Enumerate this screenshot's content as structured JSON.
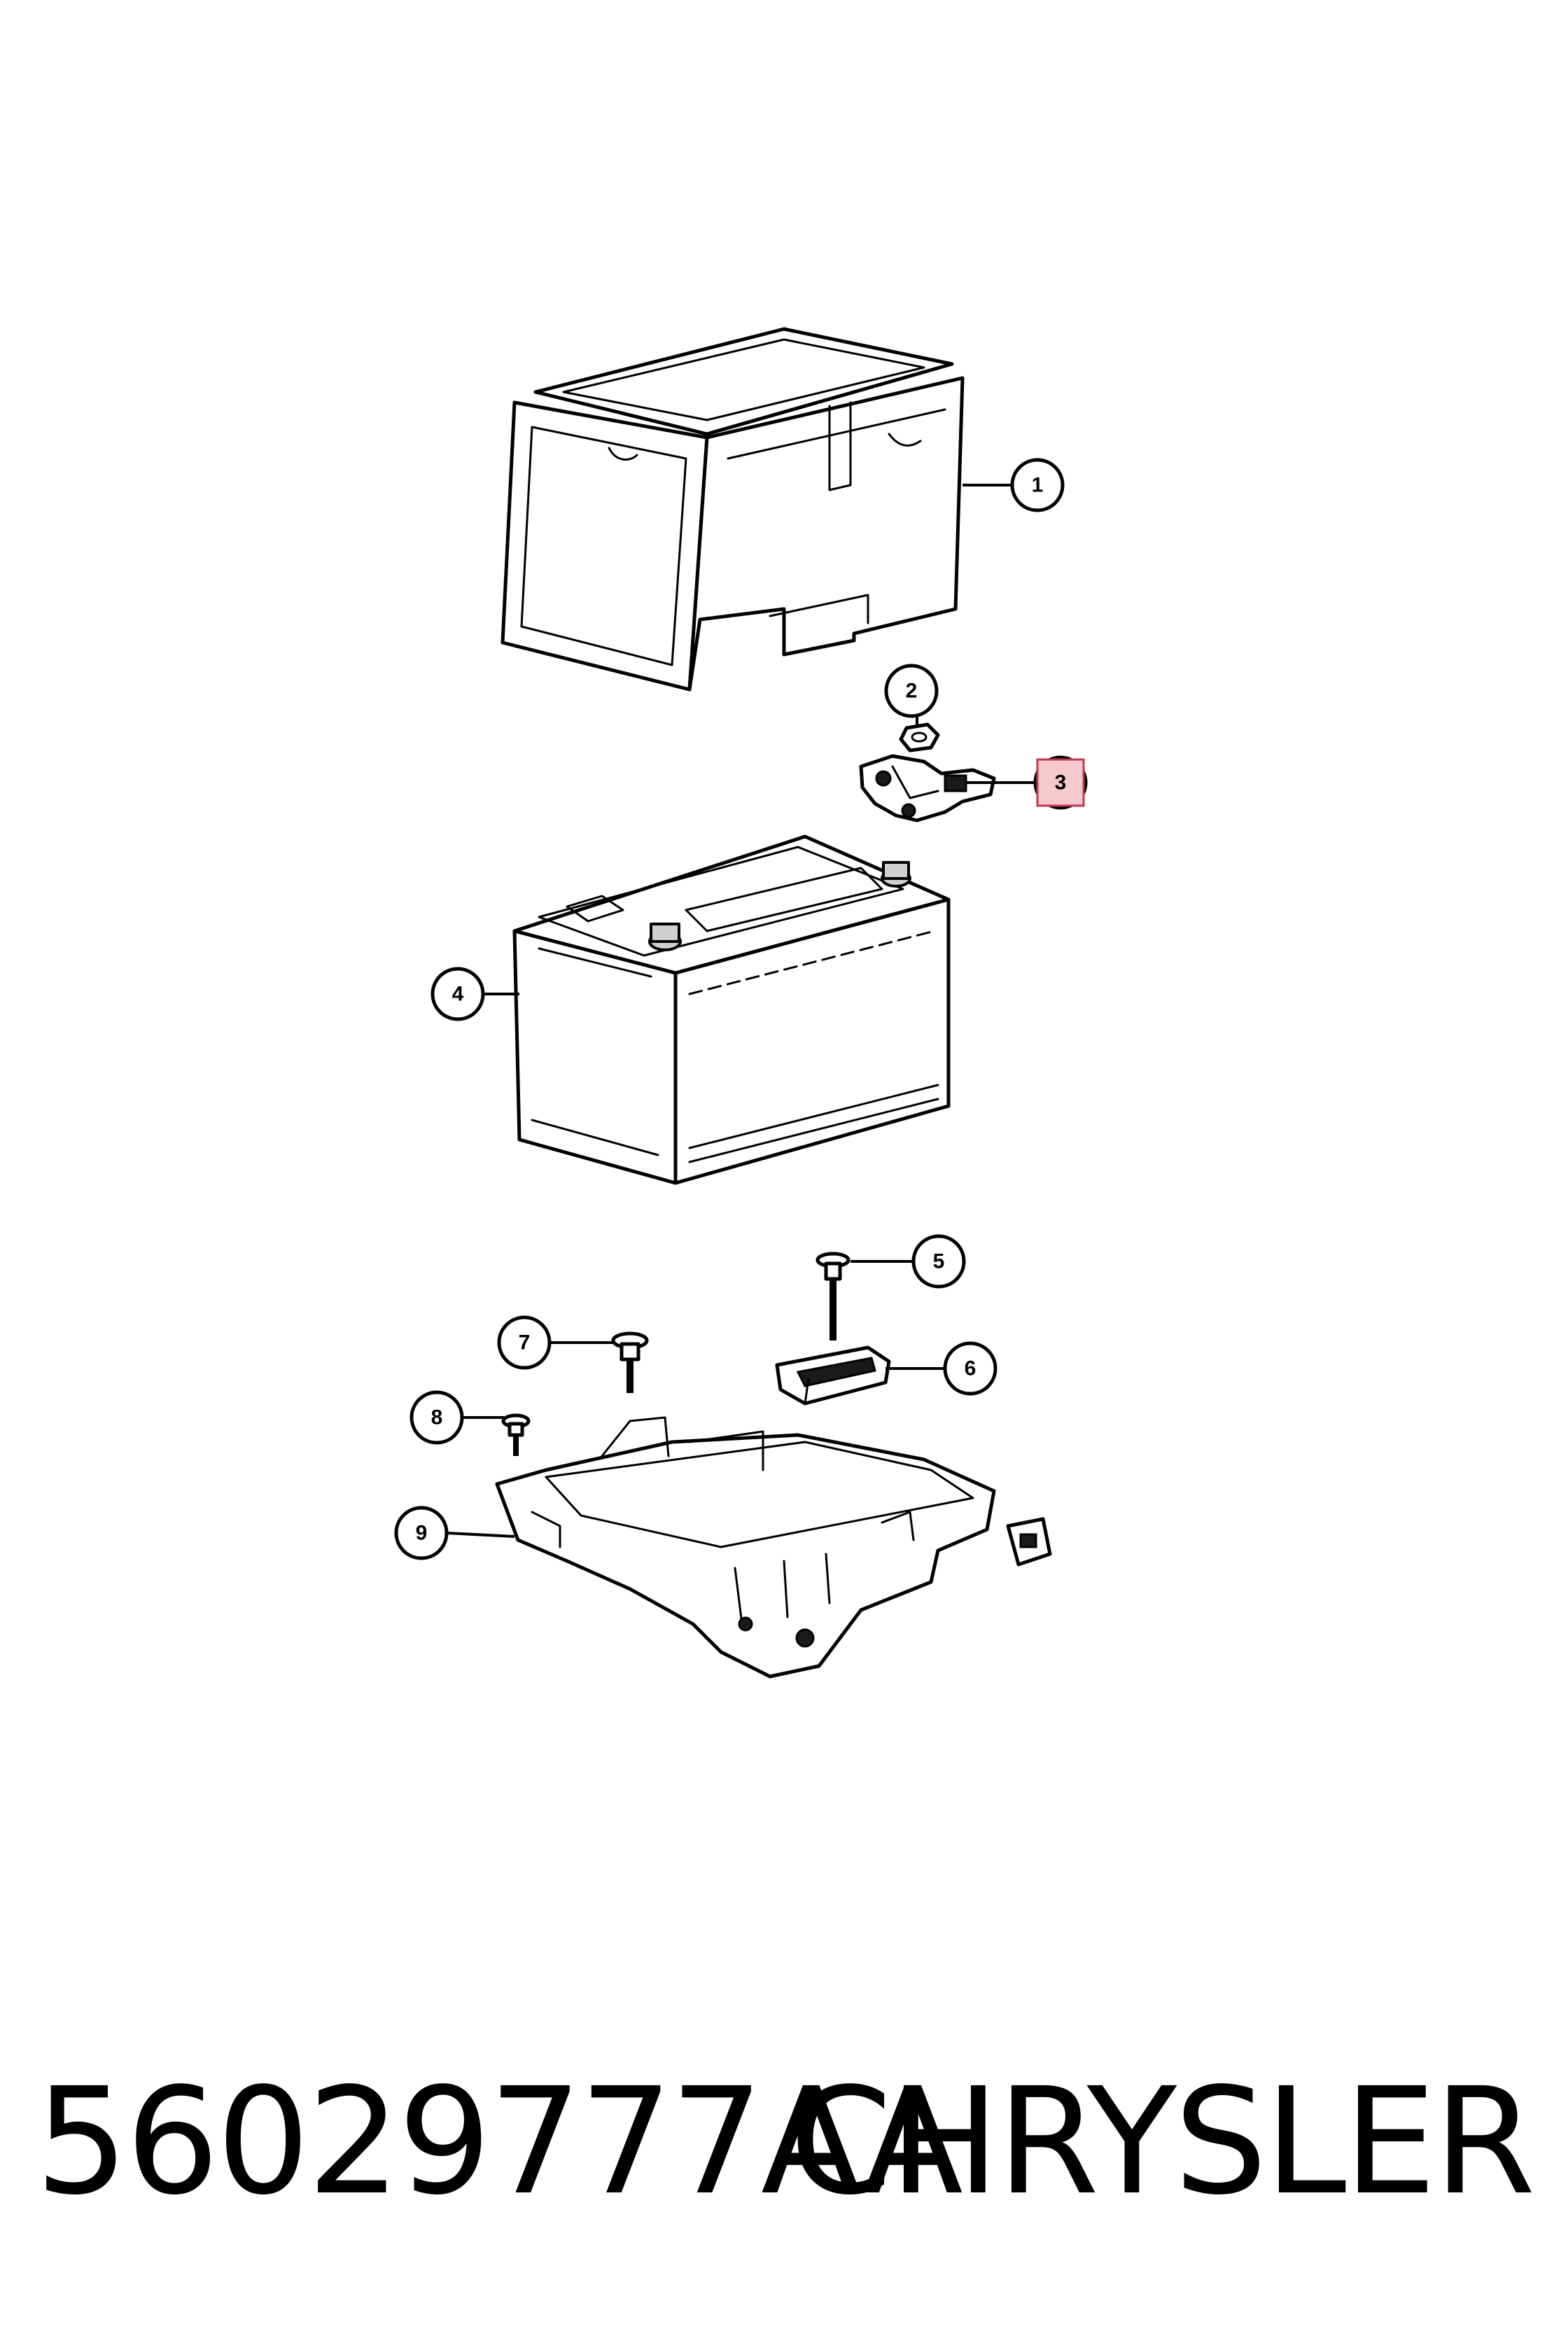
{
  "callouts": [
    {
      "id": "1",
      "label": "1"
    },
    {
      "id": "2",
      "label": "2"
    },
    {
      "id": "3",
      "label": "3",
      "highlighted": true
    },
    {
      "id": "4",
      "label": "4"
    },
    {
      "id": "5",
      "label": "5"
    },
    {
      "id": "6",
      "label": "6"
    },
    {
      "id": "7",
      "label": "7"
    },
    {
      "id": "8",
      "label": "8"
    },
    {
      "id": "9",
      "label": "9"
    }
  ],
  "highlight_color": "#f6c9cf",
  "caption": {
    "part_number": "56029777AA",
    "brand": "CHRYSLER"
  }
}
